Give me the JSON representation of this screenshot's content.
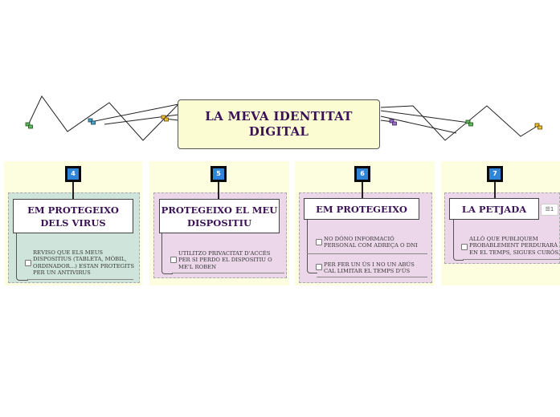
{
  "central": {
    "title": "LA MEVA IDENTITAT DIGITAL"
  },
  "colors": {
    "title": "#3b1257",
    "central_fill": "#fcfcd2",
    "panel": "#fdfde0",
    "green_group": "#cfe5dc",
    "pink_group": "#ecd7ea",
    "badge": "#2f86d9"
  },
  "icons": {
    "link": "link-icon",
    "task": "checkbox-icon",
    "notes": "notes-icon"
  },
  "topics": [
    {
      "number": "4",
      "title": "EM PROTEGEIXO DELS VIRUS",
      "items": [
        "REVISO QUE ELS MEUS DISPOSITIUS (tableta, mòbil, ordinador...) ESTAN PROTEGITS PER UN ANTIVIRUS"
      ]
    },
    {
      "number": "5",
      "title": "PROTEGEIXO EL MEU DISPOSITIU",
      "items": [
        "UTILITZO PRIVACITAT D'ACCÉS PER SI PERDO EL DISPOSITIU O ME'L ROBEN"
      ]
    },
    {
      "number": "6",
      "title": "EM PROTEGEIXO",
      "items": [
        "NO DÓNO INFORMACIÓ PERSONAL COM ADREÇA O DNI",
        "PER FER UN ÚS I NO UN ABÚS CAL LIMITAR EL TEMPS D'ÚS"
      ]
    },
    {
      "number": "7",
      "title": "LA PETJADA",
      "notes_count": "1",
      "items": [
        "ALLÒ QUE PUBLIQUEM PROBABLEMENT PERDURARÀ EN EL TEMPS, SIGUES CURÓS."
      ]
    }
  ]
}
